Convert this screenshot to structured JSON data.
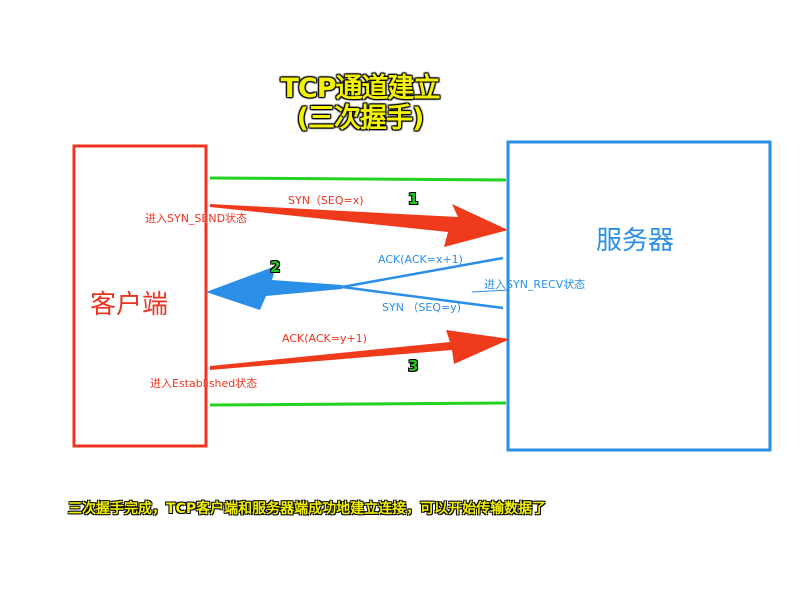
{
  "title": {
    "line1": "TCP通道建立",
    "line2": "(三次握手)"
  },
  "client": {
    "label": "客户端"
  },
  "server": {
    "label": "服务器"
  },
  "steps": [
    {
      "number": "1",
      "message": "SYN（SEQ=x)",
      "state": "进入SYN_SEND状态"
    },
    {
      "number": "2",
      "message_ack": "ACK(ACK=x+1)",
      "message_syn": "SYN （SEQ=y)",
      "state": "进入SYN_RECV状态"
    },
    {
      "number": "3",
      "message": "ACK(ACK=y+1)",
      "state": "进入Established状态"
    }
  ],
  "summary": "三次握手完成，TCP客户端和服务器端成功地建立连接，可以开始传输数据了",
  "colors": {
    "client": "#ee3420",
    "server": "#2b8fe8",
    "channel": "#22d322",
    "title": "#f2f200"
  }
}
